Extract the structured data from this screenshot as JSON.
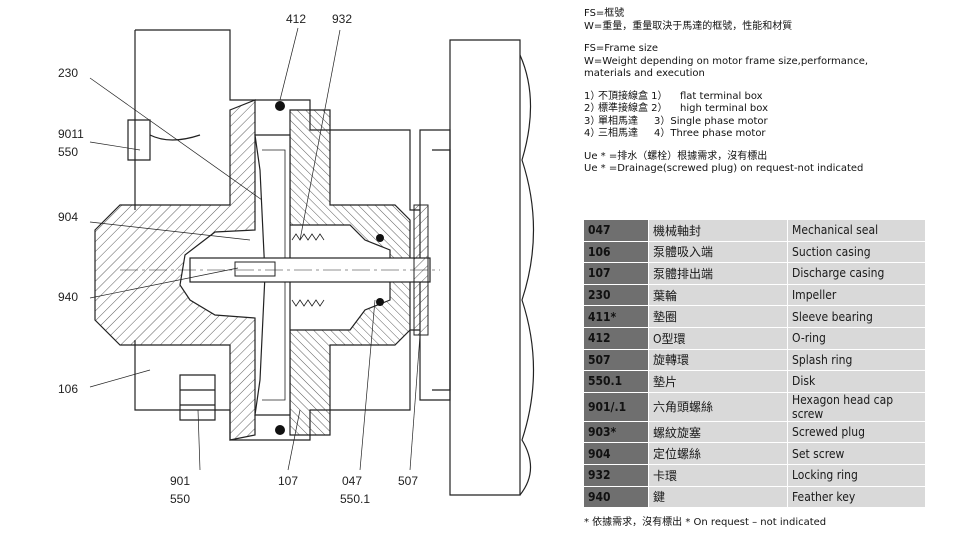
{
  "callouts": {
    "c412": "412",
    "c932": "932",
    "c230": "230",
    "c9011": "9011",
    "c550a": "550",
    "c904": "904",
    "c940": "940",
    "c106": "106",
    "c901": "901",
    "c550b": "550",
    "c107": "107",
    "c047": "047",
    "c5501": "550.1",
    "c507": "507"
  },
  "notes": {
    "fs_zh": "FS=框號",
    "w_zh": "W=重量，重量取決于馬達的框號，性能和材質",
    "fs_en": "FS=Frame size",
    "w_en": "W=Weight depending on motor frame size,performance, materials and execution",
    "legend": [
      {
        "num": "1）",
        "zh": "不頂接線盒 1）",
        "en": "flat terminal box"
      },
      {
        "num": "2）",
        "zh": "標準接線盒 2）",
        "en": "high terminal box"
      },
      {
        "num": "3）",
        "zh": "單相馬達",
        "en": "3）Single phase motor"
      },
      {
        "num": "4）",
        "zh": "三相馬達",
        "en": "4）Three phase motor"
      }
    ],
    "ue_zh": "Ue * =排水（螺栓）根據需求，沒有標出",
    "ue_en": "Ue * =Drainage(screwed plug) on request-not indicated"
  },
  "parts": [
    {
      "code": "047",
      "zh": "機械軸封",
      "en": "Mechanical seal"
    },
    {
      "code": "106",
      "zh": "泵體吸入端",
      "en": "Suction casing"
    },
    {
      "code": "107",
      "zh": "泵體排出端",
      "en": "Discharge casing"
    },
    {
      "code": "230",
      "zh": "葉輪",
      "en": "Impeller"
    },
    {
      "code": "411*",
      "zh": "墊圈",
      "en": "Sleeve bearing"
    },
    {
      "code": "412",
      "zh": "O型環",
      "en": "O-ring"
    },
    {
      "code": "507",
      "zh": "旋轉環",
      "en": "Splash ring"
    },
    {
      "code": "550.1",
      "zh": "墊片",
      "en": "Disk"
    },
    {
      "code": "901/.1",
      "zh": "六角頭螺絲",
      "en": "Hexagon head cap screw"
    },
    {
      "code": "903*",
      "zh": "螺紋旋塞",
      "en": "Screwed plug"
    },
    {
      "code": "904",
      "zh": "定位螺絲",
      "en": "Set screw"
    },
    {
      "code": "932",
      "zh": "卡環",
      "en": "Locking ring"
    },
    {
      "code": "940",
      "zh": "鍵",
      "en": "Feather key"
    }
  ],
  "footnote": "* 依據需求，沒有標出    * On request – not indicated"
}
